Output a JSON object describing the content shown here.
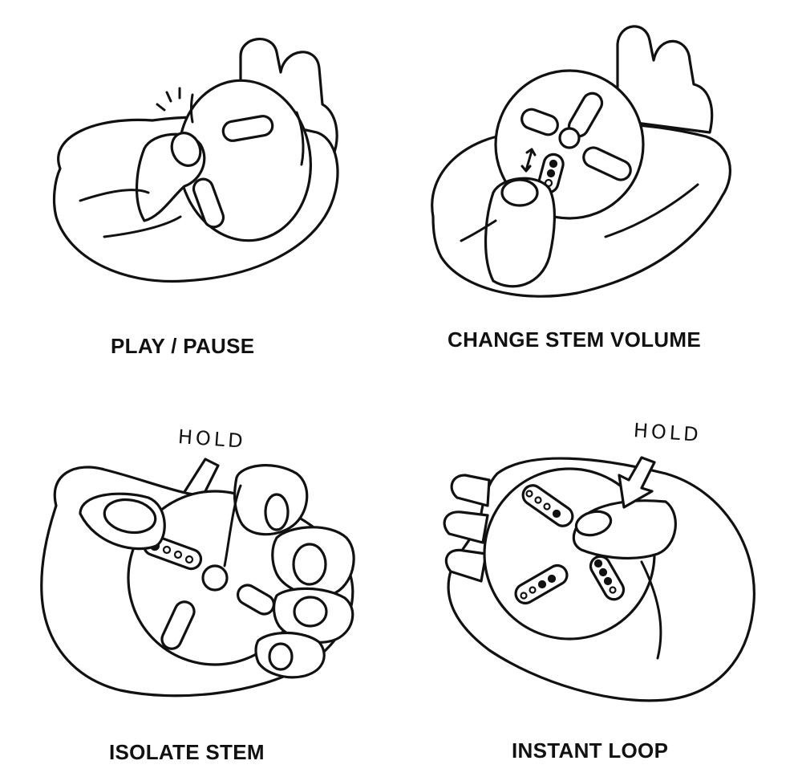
{
  "panels": [
    {
      "id": "play-pause",
      "caption": "PLAY / PAUSE"
    },
    {
      "id": "change-stem-volume",
      "caption": "CHANGE STEM VOLUME"
    },
    {
      "id": "isolate-stem",
      "caption": "ISOLATE STEM",
      "annotation": "HOLD"
    },
    {
      "id": "instant-loop",
      "caption": "INSTANT LOOP",
      "annotation": "HOLD"
    }
  ]
}
